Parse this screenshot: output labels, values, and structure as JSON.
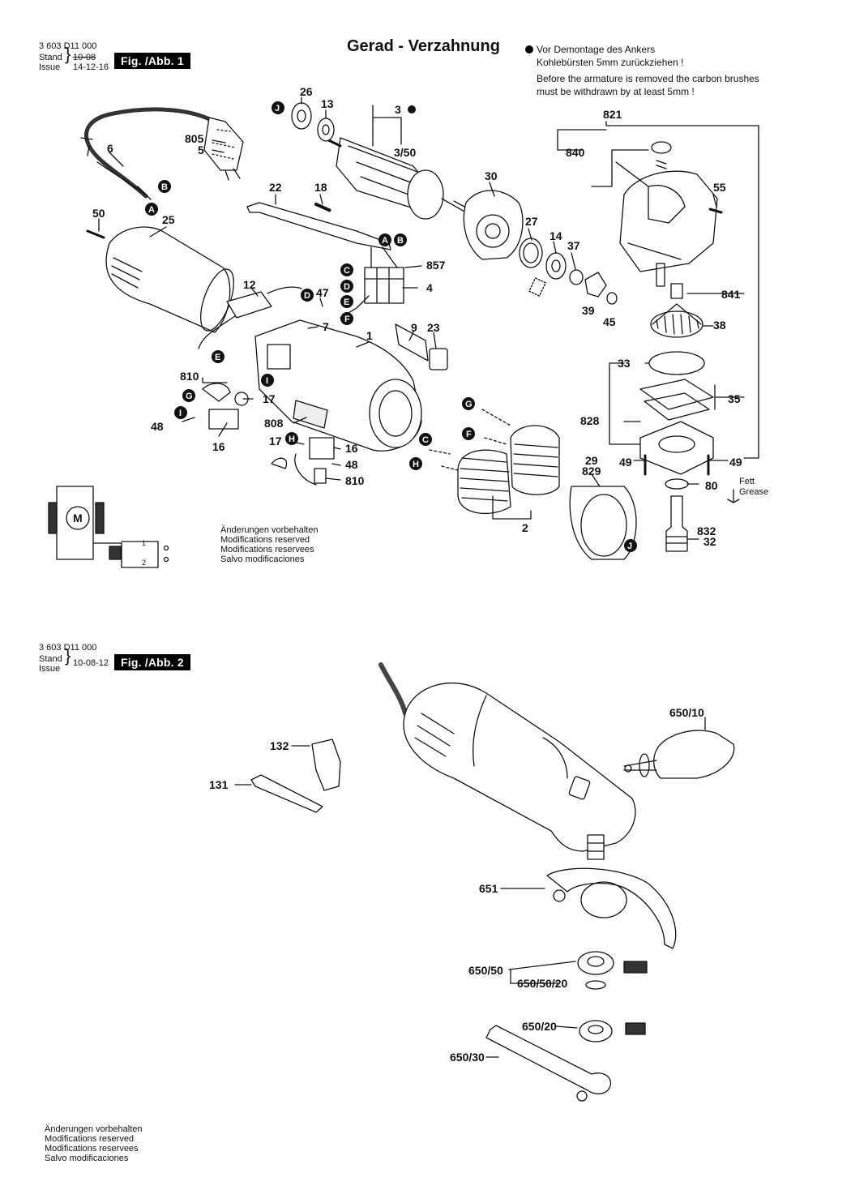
{
  "sheet1": {
    "doc_number": "3 603 D11 000",
    "stand_label": "Stand",
    "issue_label": "Issue",
    "stand_old": "10-08",
    "issue_date": "14-12-16",
    "fig_label": "Fig. /Abb. 1",
    "title": "Gerad - Verzahnung",
    "note_de": [
      "Vor Demontage des Ankers",
      "Kohlebürsten 5mm zurückziehen !"
    ],
    "note_en": [
      "Before the armature is removed the carbon brushes",
      "must be withdrawn by at least 5mm !"
    ],
    "grease": [
      "Fett",
      "Grease"
    ],
    "motor_symbol": "M",
    "switch_pins": [
      "1",
      "2"
    ],
    "modifications": [
      "Änderungen vorbehalten",
      "Modifications reserved",
      "Modifications reservees",
      "Salvo modificaciones"
    ]
  },
  "sheet2": {
    "doc_number": "3 603 D11 000",
    "stand_label": "Stand",
    "issue_label": "Issue",
    "issue_date": "10-08-12",
    "fig_label": "Fig. /Abb. 2",
    "modifications": [
      "Änderungen vorbehalten",
      "Modifications reserved",
      "Modifications reservees",
      "Salvo modificaciones"
    ]
  },
  "labels1": {
    "p26": "26",
    "p13": "13",
    "p3": "3",
    "p3_50": "3/50",
    "p805": "805",
    "p5": "5",
    "p6": "6",
    "p22": "22",
    "p18": "18",
    "p30": "30",
    "p50": "50",
    "p25": "25",
    "p27": "27",
    "p14": "14",
    "p37": "37",
    "p857": "857",
    "p4": "4",
    "p12": "12",
    "p47": "47",
    "p39": "39",
    "p45": "45",
    "p7": "7",
    "p1": "1",
    "p9": "9",
    "p23": "23",
    "p810a": "810",
    "p17a": "17",
    "p48a": "48",
    "p16a": "16",
    "p808": "808",
    "p17b": "17",
    "p16b": "16",
    "p48b": "48",
    "p810b": "810",
    "p2": "2",
    "p29": "29",
    "p829": "829",
    "p821": "821",
    "p840": "840",
    "p55": "55",
    "p841": "841",
    "p38": "38",
    "p33": "33",
    "p35": "35",
    "p828": "828",
    "p49a": "49",
    "p49b": "49",
    "p80": "80",
    "p832": "832",
    "p32": "32"
  },
  "labels2": {
    "p650_10": "650/10",
    "p132": "132",
    "p131": "131",
    "p651": "651",
    "p650_50": "650/50",
    "p650_50_20": "650/50/20",
    "p650_20": "650/20",
    "p650_30": "650/30"
  },
  "markers": {
    "A": "A",
    "B": "B",
    "C": "C",
    "D": "D",
    "E": "E",
    "F": "F",
    "G": "G",
    "H": "H",
    "I": "I",
    "J": "J"
  }
}
